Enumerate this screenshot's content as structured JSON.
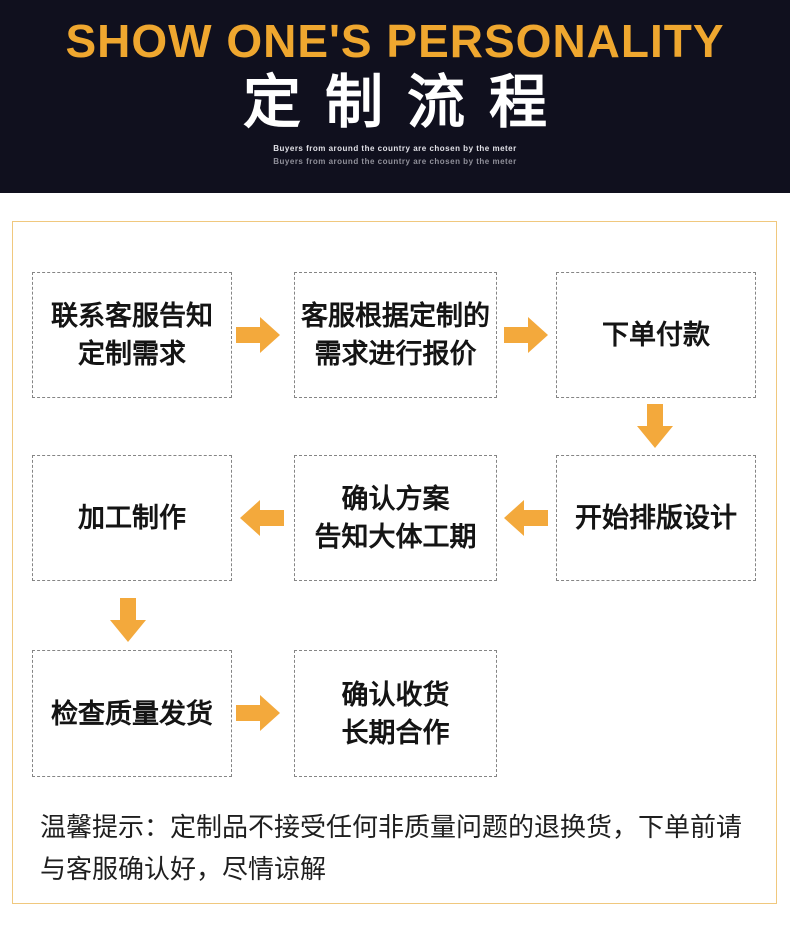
{
  "colors": {
    "header_bg": "#10101e",
    "title_en": "#efa72f",
    "accent": "#f3a93c",
    "panel_border": "#f0c87e"
  },
  "header": {
    "title_en": "SHOW ONE'S PERSONALITY",
    "title_zh": "定制流程",
    "subtitle1": "Buyers from around the country are chosen by the meter",
    "subtitle2": "Buyers from around the country are chosen by the meter"
  },
  "flow": {
    "steps": [
      {
        "label": "联系客服告知\n定制需求"
      },
      {
        "label": "客服根据定制的\n需求进行报价"
      },
      {
        "label": "下单付款"
      },
      {
        "label": "开始排版设计"
      },
      {
        "label": "确认方案\n告知大体工期"
      },
      {
        "label": "加工制作"
      },
      {
        "label": "检查质量发货"
      },
      {
        "label": "确认收货\n长期合作"
      }
    ],
    "note": "温馨提示：定制品不接受任何非质量问题的退换货，下单前请\n与客服确认好，尽情谅解"
  }
}
